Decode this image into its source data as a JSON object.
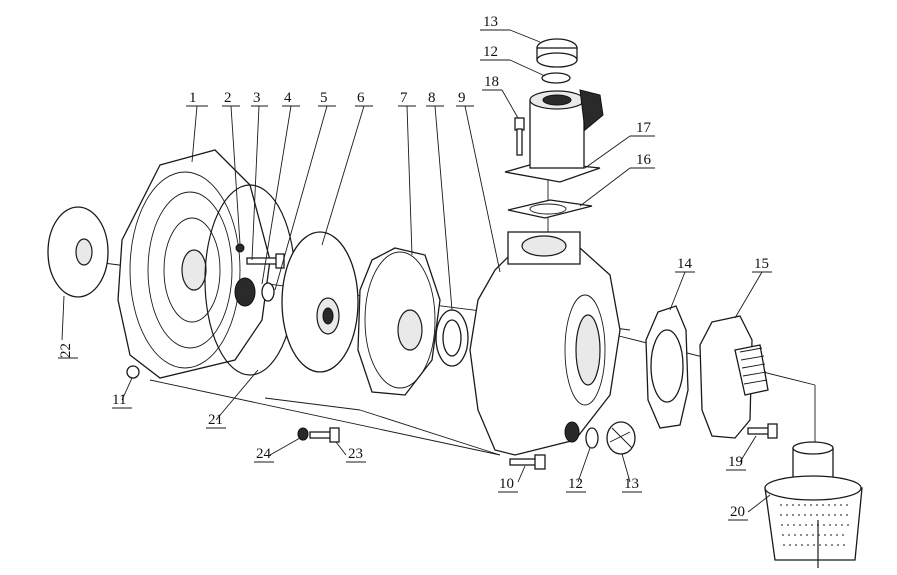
{
  "callouts": [
    "1",
    "2",
    "3",
    "4",
    "5",
    "6",
    "7",
    "8",
    "9",
    "10",
    "11",
    "12",
    "12",
    "13",
    "13",
    "14",
    "15",
    "16",
    "17",
    "18",
    "19",
    "20",
    "21",
    "22",
    "23",
    "24"
  ]
}
